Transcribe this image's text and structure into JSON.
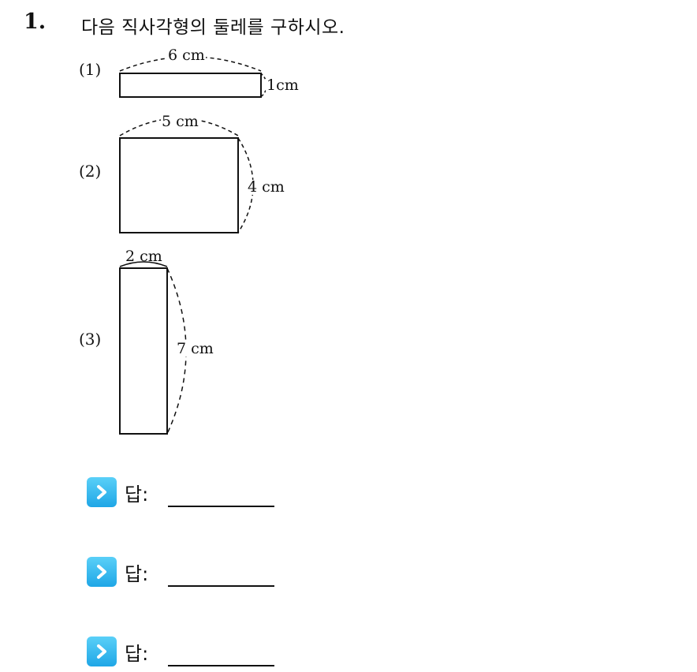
{
  "question": {
    "number": "1.",
    "text": "다음 직사각형의 둘레를 구하시오."
  },
  "problems": [
    {
      "label": "(1)",
      "width_label": "6 cm",
      "height_label": "1cm"
    },
    {
      "label": "(2)",
      "width_label": "5 cm",
      "height_label": "4 cm"
    },
    {
      "label": "(3)",
      "width_label": "2 cm",
      "height_label": "7 cm"
    }
  ],
  "answers": [
    {
      "label": "답:",
      "icon": "chevron-right-icon",
      "value": ""
    },
    {
      "label": "답:",
      "icon": "chevron-right-icon",
      "value": ""
    },
    {
      "label": "답:",
      "icon": "chevron-right-icon",
      "value": ""
    }
  ],
  "colors": {
    "icon_accent": "#1fa6e6",
    "ink": "#111111"
  }
}
